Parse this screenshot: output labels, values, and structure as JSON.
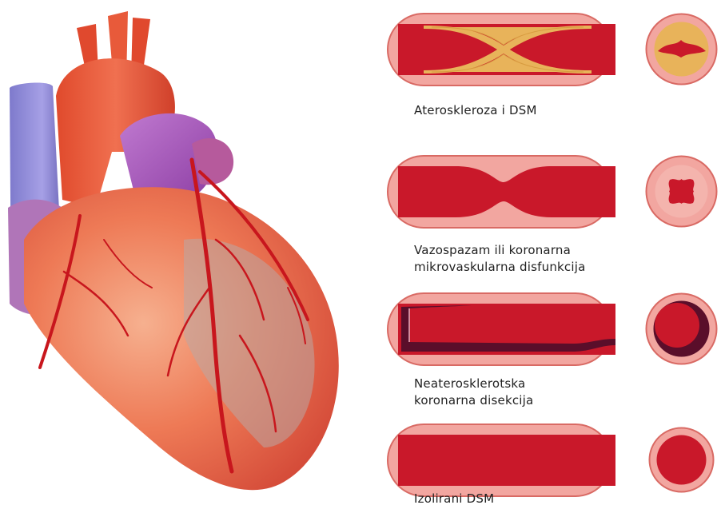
{
  "conditions": [
    {
      "id": "atherosclerosis",
      "lines": [
        "Ateroskleroza i DSM"
      ]
    },
    {
      "id": "vasospasm",
      "lines": [
        "Vazospazam ili koronarna",
        "mikrovaskularna disfunkcija"
      ]
    },
    {
      "id": "dissection",
      "lines": [
        "Neaterosklerotska",
        "koronarna disekcija"
      ]
    },
    {
      "id": "isolated",
      "lines": [
        "Izolirani DSM"
      ]
    }
  ],
  "colors": {
    "vessel_wall": "#f2a6a0",
    "vessel_wall_dark": "#d96a64",
    "lumen": "#c9182a",
    "plaque": "#e8b35a",
    "dissection_hematoma": "#5a0e2a",
    "heart_muscle": "#f07a52",
    "coronary_artery": "#c8161d",
    "vena_cava": "#8f86d6",
    "pulmonary_artery": "#a45ab5"
  },
  "icons": [
    "heart-illustration",
    "artery-section"
  ]
}
